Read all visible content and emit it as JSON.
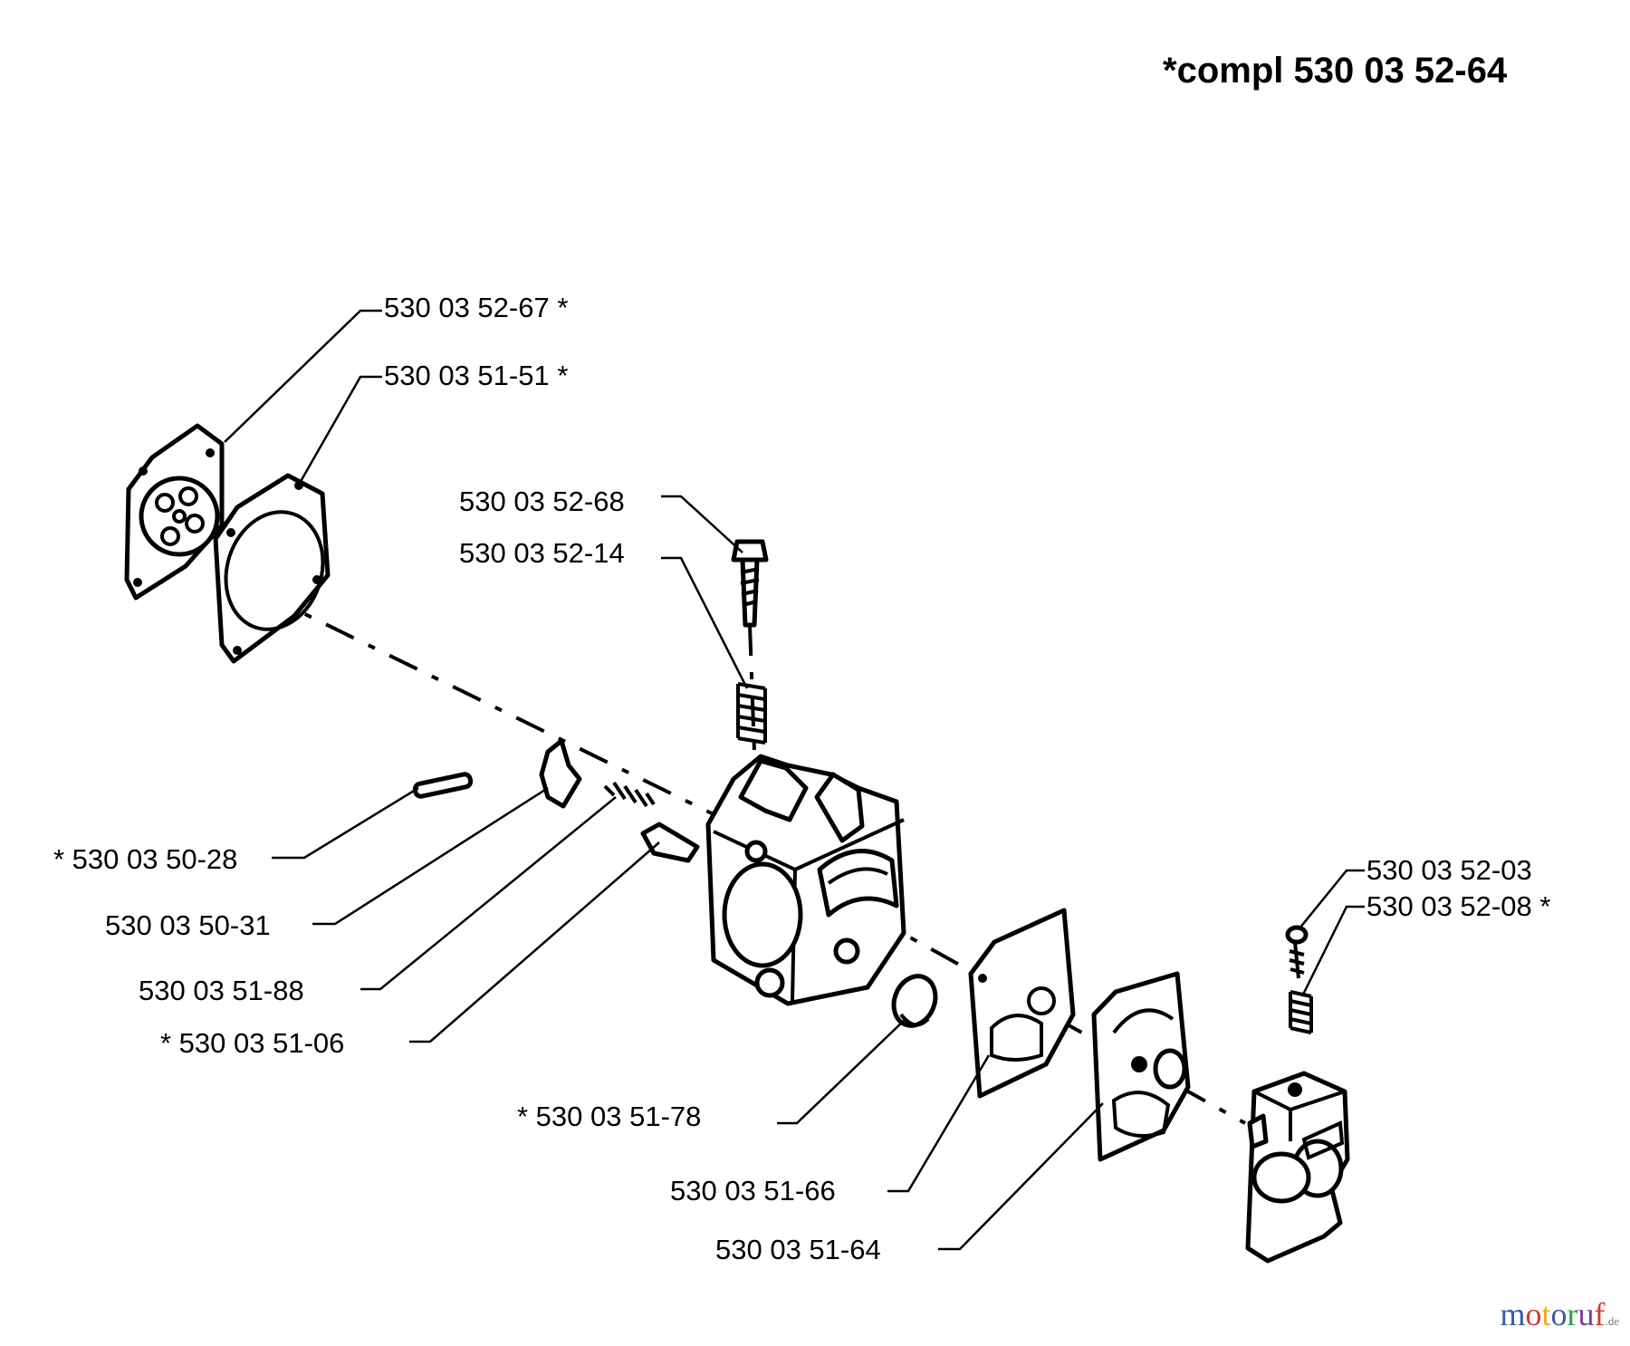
{
  "diagram": {
    "assembly_label": "*compl 530 03 52-64",
    "parts": [
      {
        "id": "p1",
        "label": "530 03 52-67 *"
      },
      {
        "id": "p2",
        "label": "530 03 51-51 *"
      },
      {
        "id": "p3",
        "label": "530 03 52-68"
      },
      {
        "id": "p4",
        "label": "530 03 52-14"
      },
      {
        "id": "p5",
        "label": "* 530 03 50-28"
      },
      {
        "id": "p6",
        "label": "530 03 50-31"
      },
      {
        "id": "p7",
        "label": "530 03 51-88"
      },
      {
        "id": "p8",
        "label": "* 530 03 51-06"
      },
      {
        "id": "p9",
        "label": "* 530 03 51-78"
      },
      {
        "id": "p10",
        "label": "530 03 51-66"
      },
      {
        "id": "p11",
        "label": "530 03 51-64"
      },
      {
        "id": "p12",
        "label": "530 03 52-03"
      },
      {
        "id": "p13",
        "label": "530 03 52-08 *"
      }
    ]
  },
  "watermark": {
    "brand": "motoruf",
    "suffix": ".de",
    "colors": [
      "#3b5ba5",
      "#d43a2f",
      "#f2a81d",
      "#3b5ba5",
      "#2e9d4a",
      "#7a3f9a",
      "#d43a2f"
    ]
  }
}
